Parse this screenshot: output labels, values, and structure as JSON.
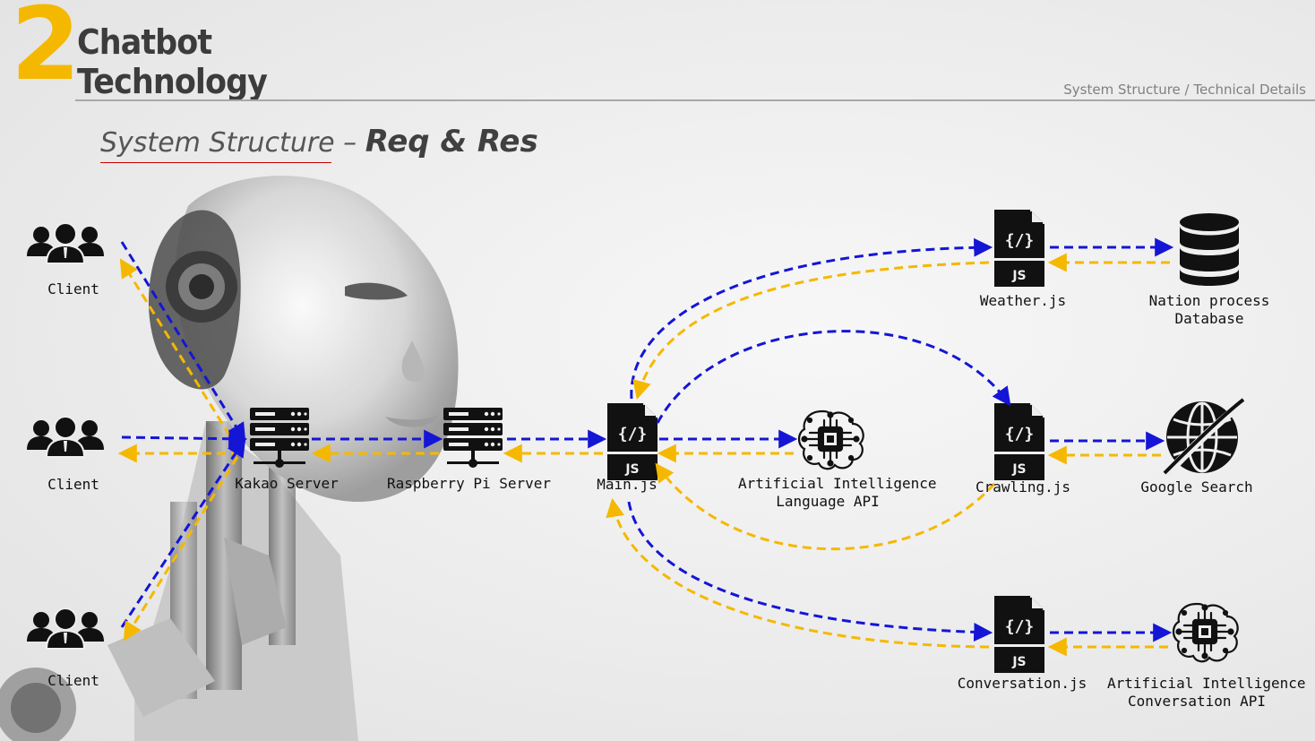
{
  "header": {
    "section_number": "2",
    "title_line1": "Chatbot",
    "title_line2": "Technology",
    "breadcrumb": "System Structure / Technical Details"
  },
  "subtitle": {
    "part1": "System Structure – ",
    "part2": "Req & Res"
  },
  "colors": {
    "request_arrow": "#1515d6",
    "response_arrow": "#f5b800",
    "accent": "#f5b800"
  },
  "nodes": {
    "client_1": {
      "label": "Client",
      "icon": "users-icon"
    },
    "client_2": {
      "label": "Client",
      "icon": "users-icon"
    },
    "client_3": {
      "label": "Client",
      "icon": "users-icon"
    },
    "kakao_server": {
      "label": "Kakao Server",
      "icon": "server-icon"
    },
    "raspberry_server": {
      "label": "Raspberry Pi Server",
      "icon": "server-icon"
    },
    "main_js": {
      "label": "Main.js",
      "icon": "js-file-icon"
    },
    "ai_language": {
      "label_line1": "Artificial Intelligence",
      "label_line2": "Language API",
      "icon": "ai-brain-chip-icon"
    },
    "weather_js": {
      "label": "Weather.js",
      "icon": "js-file-icon"
    },
    "database": {
      "label_line1": "Nation process",
      "label_line2": "Database",
      "icon": "database-icon"
    },
    "crawling_js": {
      "label": "Crawling.js",
      "icon": "js-file-icon"
    },
    "google_search": {
      "label": "Google Search",
      "icon": "globe-icon"
    },
    "conversation_js": {
      "label": "Conversation.js",
      "icon": "js-file-icon"
    },
    "ai_conversation": {
      "label_line1": "Artificial Intelligence",
      "label_line2": "Conversation API",
      "icon": "ai-brain-chip-icon"
    }
  },
  "file_icon_text": {
    "code": "{/}",
    "ext": "JS"
  }
}
